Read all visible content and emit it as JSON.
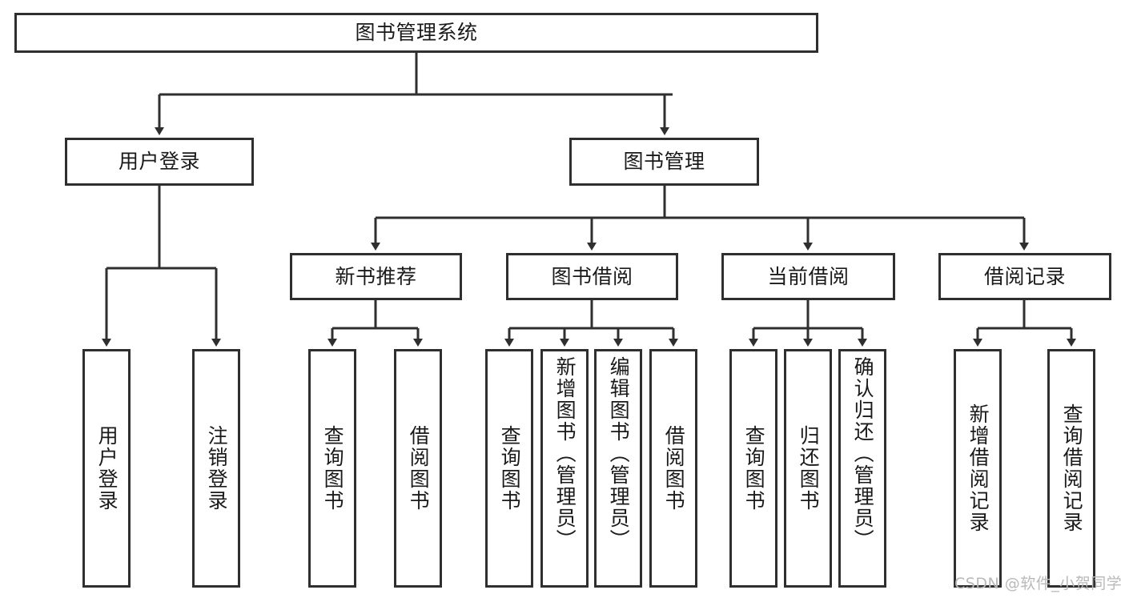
{
  "diagram": {
    "title": "图书管理系统",
    "type": "tree-hierarchy-diagram",
    "watermark": "CSDN @软件_小贺同学",
    "colors": {
      "background": "#ffffff",
      "box_border": "#2f2f2f",
      "box_fill": "#ffffff",
      "text": "#1a1a1a",
      "edge": "#2f2f2f",
      "watermark": "#b9b9b9"
    },
    "levels": [
      {
        "level": 1,
        "nodes": [
          {
            "id": "root",
            "label": "图书管理系统",
            "orientation": "horizontal"
          }
        ]
      },
      {
        "level": 2,
        "nodes": [
          {
            "id": "user-login",
            "label": "用户登录",
            "orientation": "horizontal",
            "parent": "root"
          },
          {
            "id": "book-manage",
            "label": "图书管理",
            "orientation": "horizontal",
            "parent": "root"
          }
        ]
      },
      {
        "level": 3,
        "nodes": [
          {
            "id": "new-book-recommend",
            "label": "新书推荐",
            "orientation": "horizontal",
            "parent": "book-manage"
          },
          {
            "id": "book-borrow",
            "label": "图书借阅",
            "orientation": "horizontal",
            "parent": "book-manage"
          },
          {
            "id": "current-borrow",
            "label": "当前借阅",
            "orientation": "horizontal",
            "parent": "book-manage"
          },
          {
            "id": "borrow-record",
            "label": "借阅记录",
            "orientation": "horizontal",
            "parent": "book-manage"
          }
        ]
      },
      {
        "level": 4,
        "nodes": [
          {
            "id": "leaf-user-login",
            "label": "用户登录",
            "orientation": "vertical",
            "parent": "user-login"
          },
          {
            "id": "leaf-logout",
            "label": "注销登录",
            "orientation": "vertical",
            "parent": "user-login"
          },
          {
            "id": "leaf-query-book-1",
            "label": "查询图书",
            "orientation": "vertical",
            "parent": "new-book-recommend"
          },
          {
            "id": "leaf-borrow-book-1",
            "label": "借阅图书",
            "orientation": "vertical",
            "parent": "new-book-recommend"
          },
          {
            "id": "leaf-query-book-2",
            "label": "查询图书",
            "orientation": "vertical",
            "parent": "book-borrow"
          },
          {
            "id": "leaf-add-book",
            "label": "新增图书（管理员）",
            "orientation": "vertical",
            "parent": "book-borrow"
          },
          {
            "id": "leaf-edit-book",
            "label": "编辑图书（管理员）",
            "orientation": "vertical",
            "parent": "book-borrow"
          },
          {
            "id": "leaf-borrow-book-2",
            "label": "借阅图书",
            "orientation": "vertical",
            "parent": "book-borrow"
          },
          {
            "id": "leaf-query-book-3",
            "label": "查询图书",
            "orientation": "vertical",
            "parent": "current-borrow"
          },
          {
            "id": "leaf-return-book",
            "label": "归还图书",
            "orientation": "vertical",
            "parent": "current-borrow"
          },
          {
            "id": "leaf-confirm-return",
            "label": "确认归还（管理员）",
            "orientation": "vertical",
            "parent": "current-borrow"
          },
          {
            "id": "leaf-add-record",
            "label": "新增借阅记录",
            "orientation": "vertical",
            "parent": "borrow-record"
          },
          {
            "id": "leaf-query-record",
            "label": "查询借阅记录",
            "orientation": "vertical",
            "parent": "borrow-record"
          }
        ]
      }
    ]
  }
}
